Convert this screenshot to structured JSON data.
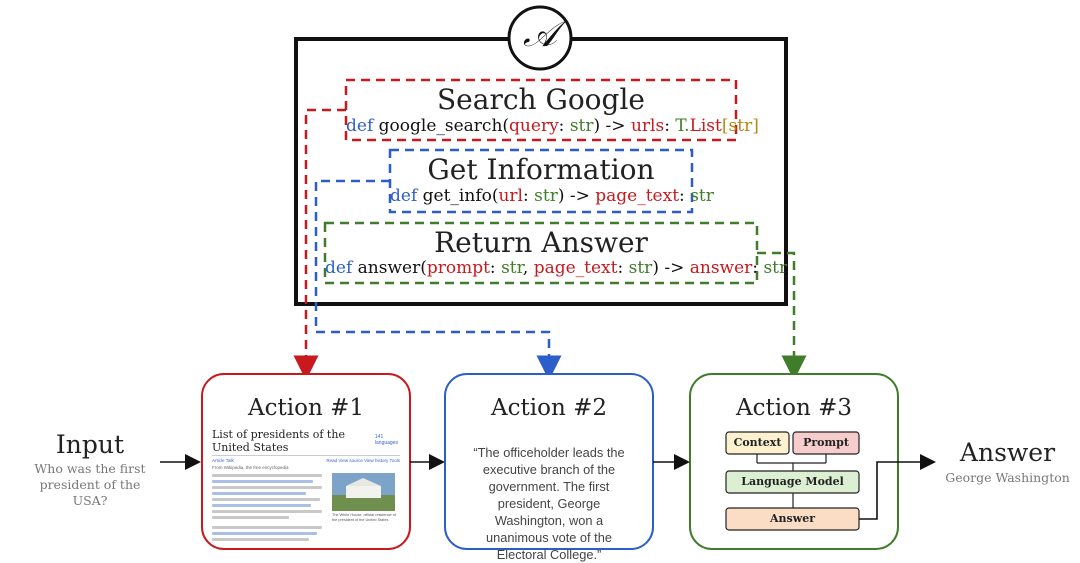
{
  "agent_symbol": "𝒜",
  "tools": [
    {
      "title": "Search Google",
      "code": {
        "def": "def",
        "fn": "google_search(",
        "param": "query",
        "colon1": ": ",
        "type1": "str",
        "close": ") -> ",
        "ret": "urls",
        "colon2": ": ",
        "rettype_a": "T.",
        "rettype_b": "List",
        "rettype_c": "[str]"
      },
      "color": "#c8191e"
    },
    {
      "title": "Get Information",
      "code": {
        "def": "def",
        "fn": "get_info(",
        "param": "url",
        "colon1": ": ",
        "type1": "str",
        "close": ") -> ",
        "ret": "page_text",
        "colon2": ": ",
        "rettype": "str"
      },
      "color": "#2c5ec9"
    },
    {
      "title": "Return Answer",
      "code": {
        "def": "def",
        "fn": "answer(",
        "param1": "prompt",
        "colon1": ": ",
        "type1": "str",
        "comma": ", ",
        "param2": "page_text",
        "colon2": ": ",
        "type2": "str",
        "close": ") -> ",
        "ret": "answer",
        "colon3": ": ",
        "rettype": "str"
      },
      "color": "#3f7d2a"
    }
  ],
  "input": {
    "label": "Input",
    "text": "Who was the first president of the USA?"
  },
  "output": {
    "label": "Answer",
    "text": "George Washington"
  },
  "actions": [
    {
      "title": "Action #1",
      "color": "#c8191e"
    },
    {
      "title": "Action #2",
      "color": "#2c5ec9",
      "quote": "“The officeholder leads the executive branch of the government. The first president, George Washington, won a unanimous vote of the Electoral College.”"
    },
    {
      "title": "Action #3",
      "color": "#3f7d2a"
    }
  ],
  "wiki": {
    "title": "List of presidents of the United States",
    "languages": "141 languages",
    "tabs": [
      "Article",
      "Talk"
    ],
    "tabs_right": [
      "Read",
      "View source",
      "View history",
      "Tools"
    ],
    "from": "From Wikipedia, the free encyclopedia",
    "caption": "The White House, official residence of the president of the United States"
  },
  "lm_nodes": {
    "context": "Context",
    "prompt": "Prompt",
    "model": "Language Model",
    "answer": "Answer"
  },
  "colors": {
    "red": "#c8191e",
    "blue": "#2c5ec9",
    "green": "#3f7d2a",
    "context_fill": "#fdf1cf",
    "prompt_fill": "#f6cccc",
    "model_fill": "#dcefd2",
    "answer_fill": "#fbdcc4"
  }
}
